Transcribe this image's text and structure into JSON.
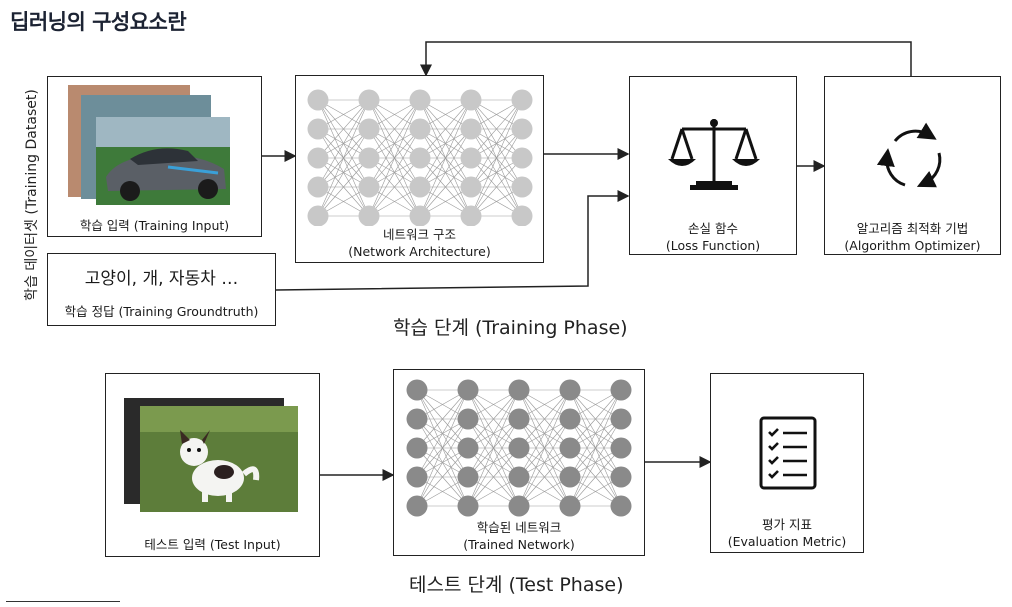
{
  "title": "딥러닝의 구성요소란",
  "dataset_label": "학습 데이터셋 (Training Dataset)",
  "training": {
    "input_caption": "학습 입력 (Training Input)",
    "groundtruth_labels": "고양이, 개, 자동차 …",
    "groundtruth_caption": "학습 정답 (Training Groundtruth)",
    "network_caption_ko": "네트워크 구조",
    "network_caption_en": "(Network Architecture)",
    "loss_caption_ko": "손실 함수",
    "loss_caption_en": "(Loss Function)",
    "optimizer_caption_ko": "알고리즘 최적화 기법",
    "optimizer_caption_en": "(Algorithm Optimizer)",
    "phase_label": "학습 단계 (Training Phase)"
  },
  "test": {
    "input_caption": "테스트 입력 (Test Input)",
    "network_caption_ko": "학습된 네트워크",
    "network_caption_en": "(Trained Network)",
    "metric_caption_ko": "평가 지표",
    "metric_caption_en": "(Evaluation Metric)",
    "phase_label": "테스트 단계 (Test Phase)"
  },
  "colors": {
    "untrained_node": "#c8c8c8",
    "trained_node": "#8a8a8a",
    "line": "#222222",
    "title": "#1c2333"
  },
  "icons": [
    "balance-scale-icon",
    "cycle-arrows-icon",
    "checklist-icon"
  ]
}
